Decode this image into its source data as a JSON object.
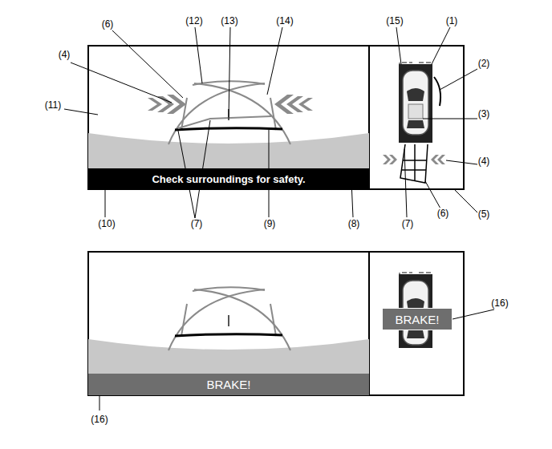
{
  "diagram": {
    "nodes": [
      {
        "text": [
          "Check surroundings for safety."
        ]
      },
      {
        "text": [
          "BRAKE!"
        ]
      },
      {
        "text": [
          "BRAKE!"
        ]
      }
    ],
    "labels": [
      "(1)",
      "(2)",
      "(3)",
      "(4)",
      "(4)",
      "(5)",
      "(6)",
      "(6)",
      "(7)",
      "(7)",
      "(8)",
      "(9)",
      "(10)",
      "(11)",
      "(12)",
      "(13)",
      "(14)",
      "(15)",
      "(16)",
      "(16)"
    ]
  }
}
